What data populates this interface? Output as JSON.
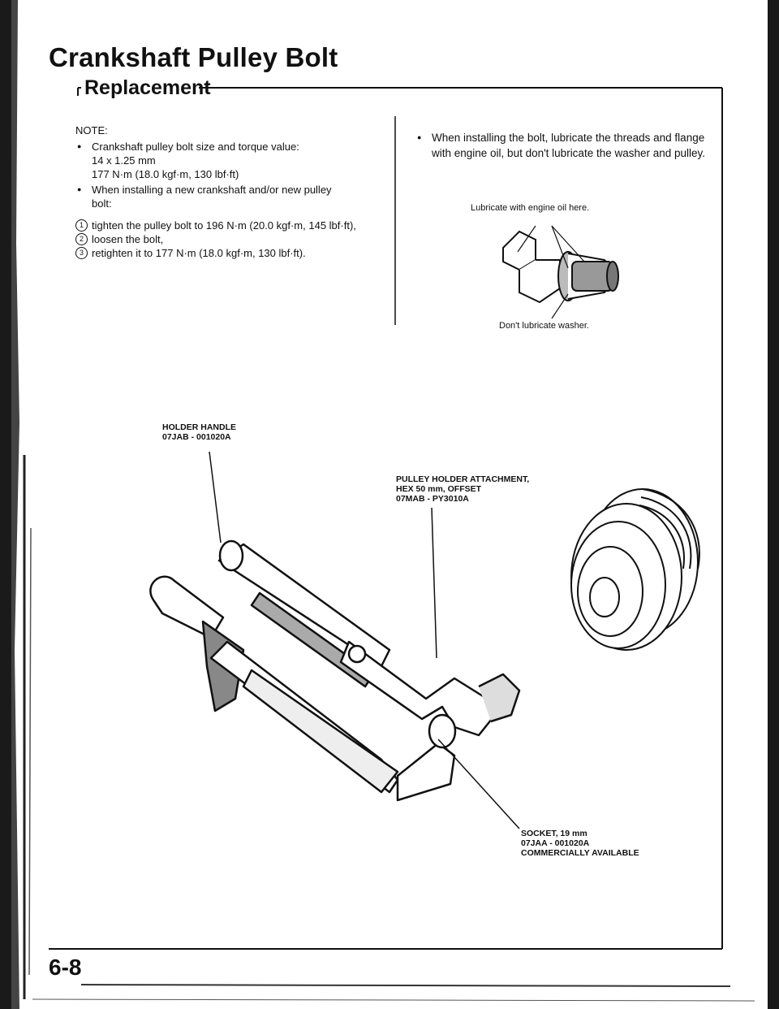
{
  "header": {
    "title": "Crankshaft Pulley Bolt",
    "subtitle": "Replacement"
  },
  "notes": {
    "heading": "NOTE:",
    "bullet1_line1": "Crankshaft pulley bolt size and torque value:",
    "bullet1_line2": "14 x 1.25 mm",
    "bullet1_line3": "177 N·m (18.0 kgf·m, 130 lbf·ft)",
    "bullet2_line1": "When installing a new crankshaft and/or new pulley",
    "bullet2_line2": "bolt:",
    "step1_num": "1",
    "step1": "tighten the pulley bolt to 196 N·m (20.0 kgf·m, 145 lbf·ft),",
    "step2_num": "2",
    "step2": "loosen the bolt,",
    "step3_num": "3",
    "step3": "retighten it to 177 N·m (18.0 kgf·m, 130 lbf·ft)."
  },
  "install": {
    "text": "When installing the bolt, lubricate the threads and flange with engine oil, but don't lubricate the washer and pulley.",
    "label_top": "Lubricate with engine oil here.",
    "label_bottom": "Don't lubricate washer."
  },
  "tools": {
    "holder_name": "HOLDER HANDLE",
    "holder_code": "07JAB - 001020A",
    "attach_name": "PULLEY HOLDER ATTACHMENT,",
    "attach_spec": "HEX 50 mm, OFFSET",
    "attach_code": "07MAB - PY3010A",
    "socket_name": "SOCKET, 19 mm",
    "socket_code": "07JAA - 001020A",
    "socket_note": "COMMERCIALLY AVAILABLE"
  },
  "footer": {
    "page_number": "6-8"
  }
}
